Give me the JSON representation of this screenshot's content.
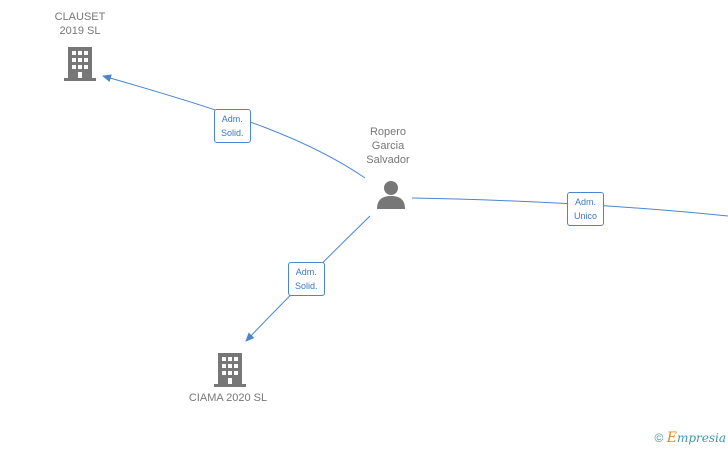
{
  "nodes": {
    "clauset": {
      "label": "CLAUSET\n2019  SL"
    },
    "person": {
      "label": "Ropero\nGarcia\nSalvador"
    },
    "ciama": {
      "label": "CIAMA 2020  SL"
    }
  },
  "edges": {
    "to_clauset": {
      "label": "Adm.\nSolid."
    },
    "to_ciama": {
      "label": "Adm.\nSolid."
    },
    "to_right": {
      "label": "Adm.\nUnico"
    }
  },
  "watermark": {
    "copyright": "©",
    "brand_initial": "E",
    "brand_rest": "mpresia"
  },
  "colors": {
    "edge": "#4a86d0",
    "icon": "#777777"
  }
}
